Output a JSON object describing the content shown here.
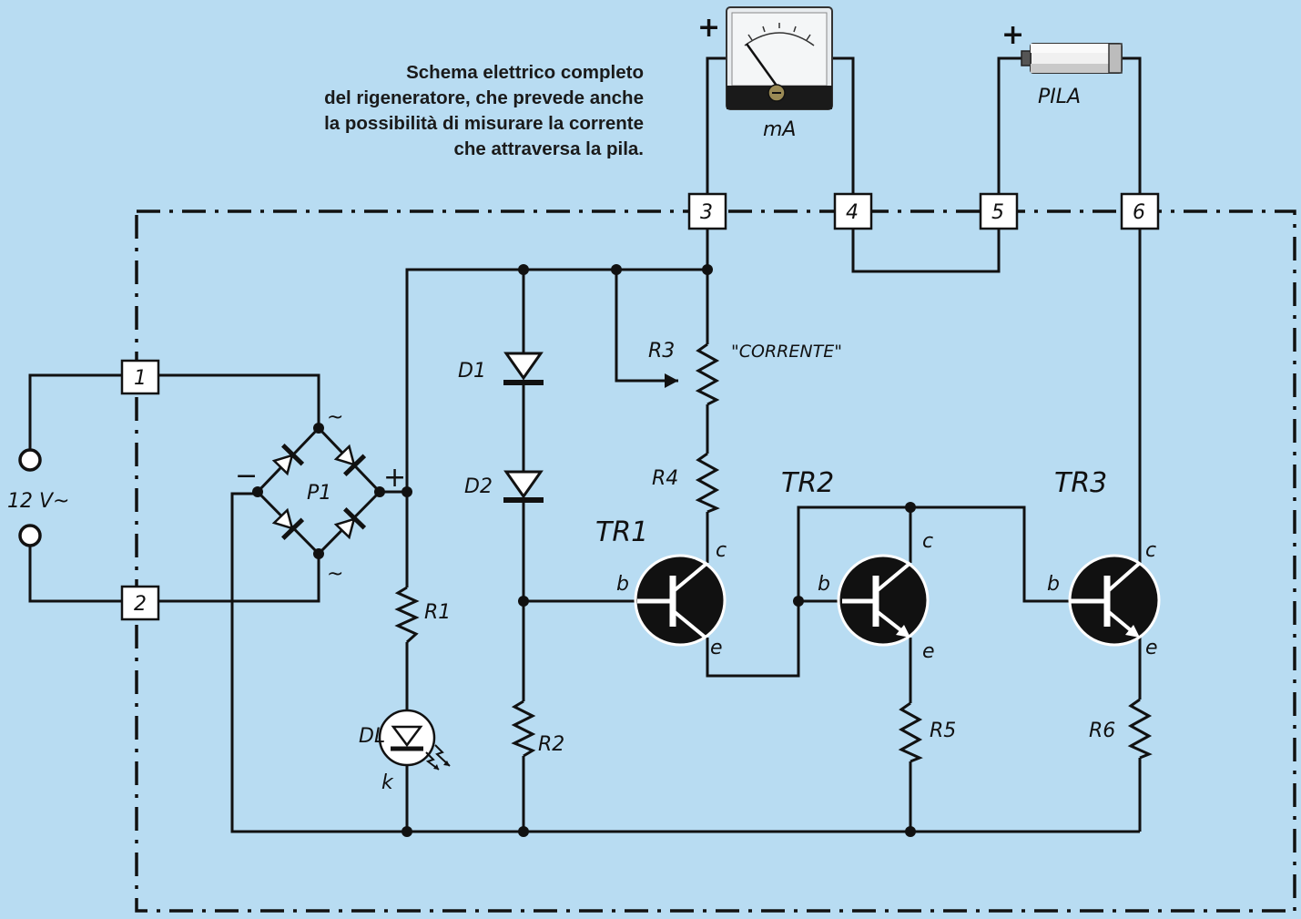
{
  "caption": {
    "lines": [
      "Schema elettrico completo",
      "del rigeneratore, che prevede anche",
      "la possibilità di misurare la corrente",
      "che attraversa la pila."
    ]
  },
  "terminals": [
    "1",
    "2",
    "3",
    "4",
    "5",
    "6"
  ],
  "components": {
    "meter_unit": "mA",
    "battery": "PILA",
    "plus_sign": "+",
    "minus_sign": "−",
    "ac_sign": "~",
    "supply": "12 V~",
    "bridge": "P1",
    "diode1": "D1",
    "diode2": "D2",
    "led": "DL",
    "led_k": "k",
    "r1": "R1",
    "r2": "R2",
    "r3": "R3",
    "r3_note": "\"CORRENTE\"",
    "r4": "R4",
    "r5": "R5",
    "r6": "R6",
    "tr1": "TR1",
    "tr2": "TR2",
    "tr3": "TR3",
    "pin_b": "b",
    "pin_c": "c",
    "pin_e": "e"
  }
}
